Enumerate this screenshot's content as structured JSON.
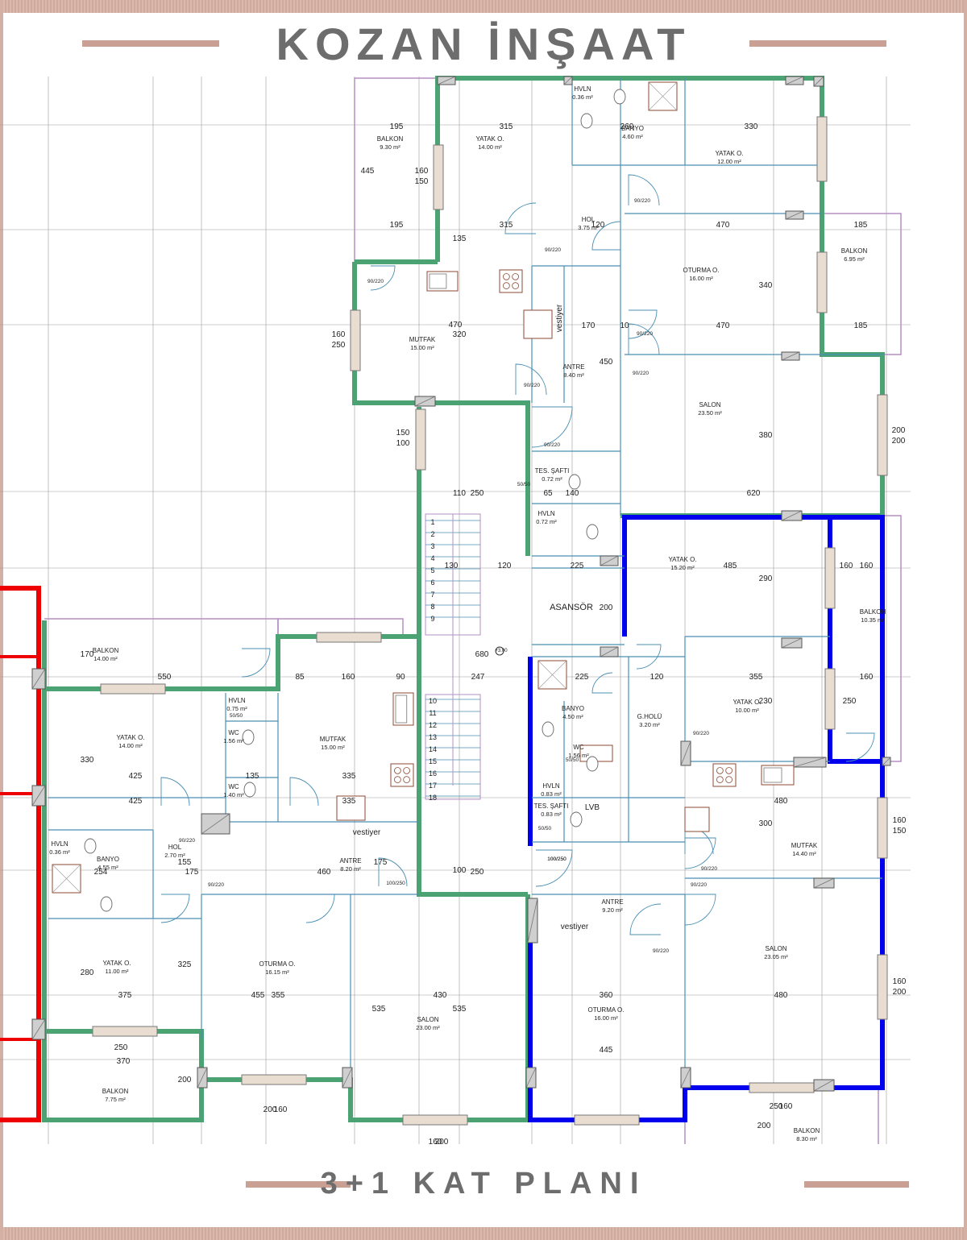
{
  "title": "KOZAN İNŞAAT",
  "subtitle": "3+1 KAT PLANI",
  "colors": {
    "frame": "#d4b0a4",
    "title_text": "#6d6d6d",
    "wall_green": "#4ba374",
    "wall_blue": "#0000ee",
    "wall_red": "#ee0000",
    "balcony_rail": "#b58fc4",
    "window": "#e8ddd0",
    "grid": "#666666",
    "fixtures": "#8c4a35"
  },
  "rooms": [
    {
      "name": "BALKON",
      "area": "9.30 m²"
    },
    {
      "name": "YATAK O.",
      "area": "14.00 m²"
    },
    {
      "name": "HVLN",
      "area": "0.36 m²"
    },
    {
      "name": "BANYO",
      "area": "4.60 m²"
    },
    {
      "name": "YATAK O.",
      "area": "12.00 m²"
    },
    {
      "name": "HOL",
      "area": "3.75 m²"
    },
    {
      "name": "OTURMA O.",
      "area": "16.00 m²"
    },
    {
      "name": "BALKON",
      "area": "6.95 m²"
    },
    {
      "name": "MUTFAK",
      "area": "15.00 m²"
    },
    {
      "name": "ANTRE",
      "area": "8.40 m²"
    },
    {
      "name": "SALON",
      "area": "23.50 m²"
    },
    {
      "name": "TES. ŞAFTI",
      "area": "0.72 m²"
    },
    {
      "name": "HVLN",
      "area": "0.72 m²"
    },
    {
      "name": "ASANSÖR",
      "area": ""
    },
    {
      "name": "YATAK O.",
      "area": "15.20 m²"
    },
    {
      "name": "BALKON",
      "area": "10.35 m²"
    },
    {
      "name": "BANYO",
      "area": "4.50 m²"
    },
    {
      "name": "G.HOLÜ",
      "area": "3.20 m²"
    },
    {
      "name": "YATAK O.",
      "area": "10.00 m²"
    },
    {
      "name": "WC",
      "area": "1.56 m²"
    },
    {
      "name": "HVLN",
      "area": "0.83 m²"
    },
    {
      "name": "TES. ŞAFTI",
      "area": "0.83 m²"
    },
    {
      "name": "MUTFAK",
      "area": "14.40 m²"
    },
    {
      "name": "ANTRE",
      "area": "9.20 m²"
    },
    {
      "name": "SALON",
      "area": "23.05 m²"
    },
    {
      "name": "OTURMA O.",
      "area": "16.00 m²"
    },
    {
      "name": "BALKON",
      "area": "8.30 m²"
    },
    {
      "name": "BALKON",
      "area": "14.00 m²"
    },
    {
      "name": "YATAK O.",
      "area": "14.00 m²"
    },
    {
      "name": "HVLN",
      "area": "0.75 m²"
    },
    {
      "name": "WC",
      "area": "1.56 m²"
    },
    {
      "name": "WC",
      "area": "1.40 m²"
    },
    {
      "name": "MUTFAK",
      "area": "15.00 m²"
    },
    {
      "name": "HVLN",
      "area": "0.36 m²"
    },
    {
      "name": "BANYO",
      "area": "4.55 m²"
    },
    {
      "name": "HOL",
      "area": "2.70 m²"
    },
    {
      "name": "ANTRE",
      "area": "8.20 m²"
    },
    {
      "name": "YATAK O.",
      "area": "11.00 m²"
    },
    {
      "name": "OTURMA O.",
      "area": "16.15 m²"
    },
    {
      "name": "SALON",
      "area": "23.00 m²"
    },
    {
      "name": "BALKON",
      "area": "7.75 m²"
    }
  ],
  "labels": [
    "vestiyer",
    "vestiyer",
    "vestiyer",
    "LVB",
    "+3.00"
  ],
  "dimensions": [
    "195",
    "315",
    "260",
    "330",
    "160",
    "150",
    "445",
    "195",
    "315",
    "120",
    "470",
    "185",
    "340",
    "470",
    "185",
    "160",
    "250",
    "135",
    "320",
    "470",
    "170",
    "10",
    "450",
    "380",
    "620",
    "200",
    "200",
    "150",
    "100",
    "110",
    "250",
    "65",
    "140",
    "130",
    "120",
    "225",
    "485",
    "290",
    "160",
    "160",
    "200",
    "225",
    "120",
    "355",
    "230",
    "160",
    "250",
    "480",
    "300",
    "160",
    "150",
    "360",
    "445",
    "480",
    "160",
    "200",
    "250",
    "160",
    "200",
    "680",
    "247",
    "170",
    "550",
    "85",
    "160",
    "90",
    "330",
    "425",
    "335",
    "135",
    "425",
    "335",
    "460",
    "175",
    "254",
    "155",
    "175",
    "100",
    "250",
    "280",
    "325",
    "375",
    "455",
    "355",
    "430",
    "535",
    "535",
    "370",
    "200",
    "250",
    "160",
    "200",
    "160",
    "200"
  ],
  "door_labels": [
    "90/220",
    "90/220",
    "90/220",
    "90/220",
    "90/220",
    "90/220",
    "90/220",
    "100/250",
    "100/250",
    "90/220",
    "90/220",
    "90/220",
    "90/220",
    "90/220",
    "90/220",
    "50/50",
    "50/50",
    "50/50",
    "50/50",
    "100/250"
  ],
  "stair_steps": [
    "1",
    "2",
    "3",
    "4",
    "5",
    "6",
    "7",
    "8",
    "9",
    "10",
    "11",
    "12",
    "13",
    "14",
    "15",
    "16",
    "17",
    "18"
  ]
}
